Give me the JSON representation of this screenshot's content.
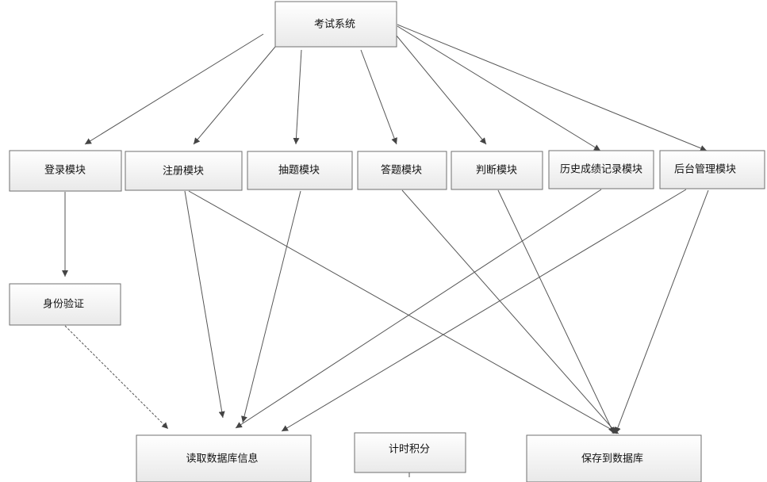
{
  "nodes": {
    "exam_system": "考试系统",
    "login": "登录模块",
    "register": "注册模块",
    "draw": "抽题模块",
    "answer": "答题模块",
    "judge": "判断模块",
    "history": "历史成绩记录模块",
    "admin": "后台管理模块",
    "auth": "身份验证",
    "read_db": "读取数据库信息",
    "timer": "计时积分",
    "save_db": "保存到数据库"
  },
  "edges": [
    {
      "from": "exam_system",
      "to": "login"
    },
    {
      "from": "exam_system",
      "to": "register"
    },
    {
      "from": "exam_system",
      "to": "draw"
    },
    {
      "from": "exam_system",
      "to": "answer"
    },
    {
      "from": "exam_system",
      "to": "judge"
    },
    {
      "from": "exam_system",
      "to": "history"
    },
    {
      "from": "exam_system",
      "to": "admin"
    },
    {
      "from": "login",
      "to": "auth"
    },
    {
      "from": "auth",
      "to": "read_db"
    },
    {
      "from": "register",
      "to": "read_db"
    },
    {
      "from": "register",
      "to": "save_db"
    },
    {
      "from": "draw",
      "to": "read_db"
    },
    {
      "from": "history",
      "to": "read_db"
    },
    {
      "from": "admin",
      "to": "read_db"
    },
    {
      "from": "answer",
      "to": "save_db"
    },
    {
      "from": "judge",
      "to": "save_db"
    },
    {
      "from": "admin",
      "to": "save_db"
    }
  ]
}
